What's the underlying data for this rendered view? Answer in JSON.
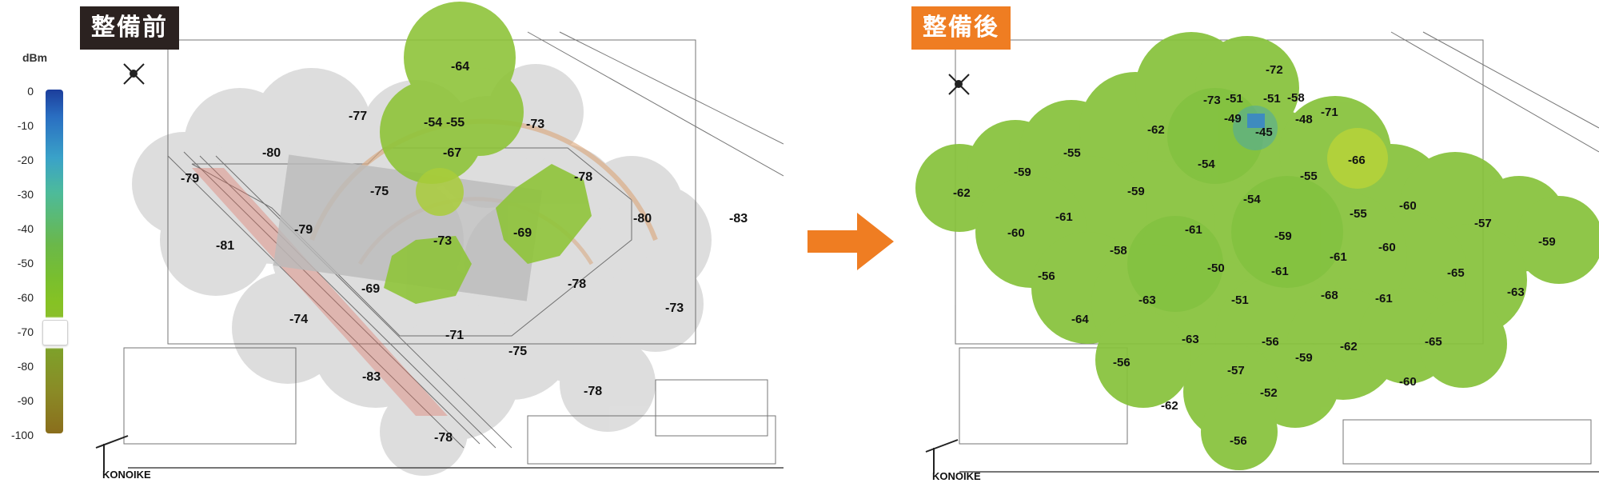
{
  "legend": {
    "unit": "dBm",
    "ticks": [
      "0",
      "-10",
      "-20",
      "-30",
      "-40",
      "-50",
      "-60",
      "-70",
      "-80",
      "-90",
      "-100"
    ]
  },
  "before": {
    "tag": "整備前",
    "tag_color": "#2b2220",
    "brand": "KONOIKE",
    "labels": [
      "-64",
      "-77",
      "-54",
      "-55",
      "-73",
      "-80",
      "-67",
      "-79",
      "-75",
      "-78",
      "-80",
      "-83",
      "-79",
      "-73",
      "-69",
      "-81",
      "-69",
      "-78",
      "-74",
      "-73",
      "-71",
      "-75",
      "-83",
      "-78",
      "-78"
    ]
  },
  "after": {
    "tag": "整備後",
    "tag_color": "#ef7d22",
    "brand": "KONOIKE",
    "labels": [
      "-72",
      "-73",
      "-51",
      "-51",
      "-58",
      "-71",
      "-49",
      "-48",
      "-45",
      "-62",
      "-55",
      "-66",
      "-54",
      "-59",
      "-55",
      "-62",
      "-59",
      "-54",
      "-60",
      "-57",
      "-60",
      "-61",
      "-61",
      "-55",
      "-59",
      "-58",
      "-59",
      "-61",
      "-60",
      "-56",
      "-50",
      "-61",
      "-65",
      "-63",
      "-51",
      "-68",
      "-61",
      "-63",
      "-64",
      "-63",
      "-56",
      "-62",
      "-65",
      "-56",
      "-57",
      "-59",
      "-60",
      "-52",
      "-62",
      "-56"
    ]
  },
  "colors": {
    "arrow": "#ef7d22",
    "before_green": "#8fc43a",
    "after_green": "#86c23a",
    "coverage_gray": "#d9d9d9"
  }
}
